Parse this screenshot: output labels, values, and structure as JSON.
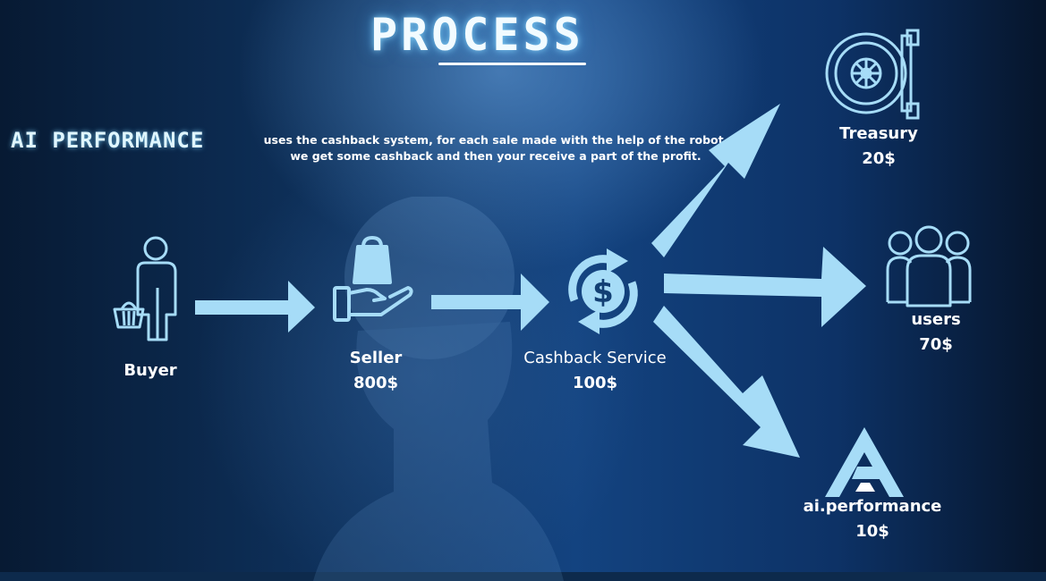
{
  "title": "PROCESS",
  "brand": "AI PERFORMANCE",
  "description": "uses the cashback system, for each sale made with the help of the robot, we get some cashback and then your receive a part of the profit.",
  "accent_color": "#a6dcf7",
  "nodes": {
    "buyer": {
      "label": "Buyer",
      "icon": "buyer-with-basket-icon"
    },
    "seller": {
      "label": "Seller",
      "amount": "800$",
      "icon": "hand-with-bag-icon"
    },
    "cashback": {
      "label": "Cashback Service",
      "amount": "100$",
      "icon": "dollar-cycle-icon"
    },
    "treasury": {
      "label": "Treasury",
      "amount": "20$",
      "icon": "vault-icon"
    },
    "users": {
      "label": "users",
      "amount": "70$",
      "icon": "users-group-icon"
    },
    "aiperformance": {
      "label": "ai.performance",
      "amount": "10$",
      "icon": "ai-performance-logo-icon"
    }
  }
}
